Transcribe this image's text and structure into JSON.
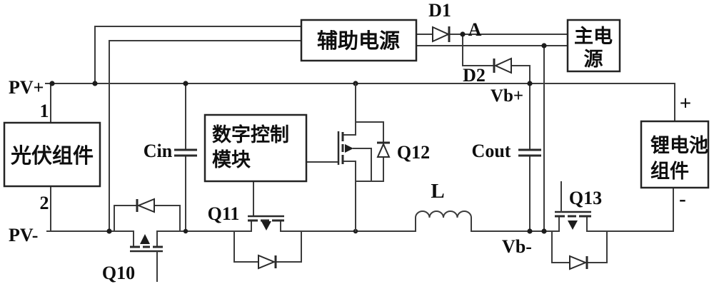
{
  "diagram": {
    "boxes": {
      "pv_module": {
        "label": "光伏组件"
      },
      "aux_power": {
        "label": "辅助电源"
      },
      "main_power": {
        "line1": "主电",
        "line2": "源"
      },
      "digital_control": {
        "line1": "数字控制",
        "line2": "模块"
      },
      "battery": {
        "line1": "锂电池",
        "line2": "组件"
      }
    },
    "net_labels": {
      "pv_plus": "PV+",
      "pv_minus": "PV-",
      "pv_terminal_1": "1",
      "pv_terminal_2": "2",
      "node_a": "A",
      "vb_plus": "Vb+",
      "vb_minus": "Vb-",
      "battery_plus": "+",
      "battery_minus": "-"
    },
    "components": {
      "d1": "D1",
      "d2": "D2",
      "cin": "Cin",
      "cout": "Cout",
      "inductor": "L",
      "q10": "Q10",
      "q11": "Q11",
      "q12": "Q12",
      "q13": "Q13"
    },
    "colors": {
      "wire": "#3c3c3c",
      "text": "#0e0e0e",
      "box_border": "#242424",
      "background": "#ffffff"
    }
  }
}
